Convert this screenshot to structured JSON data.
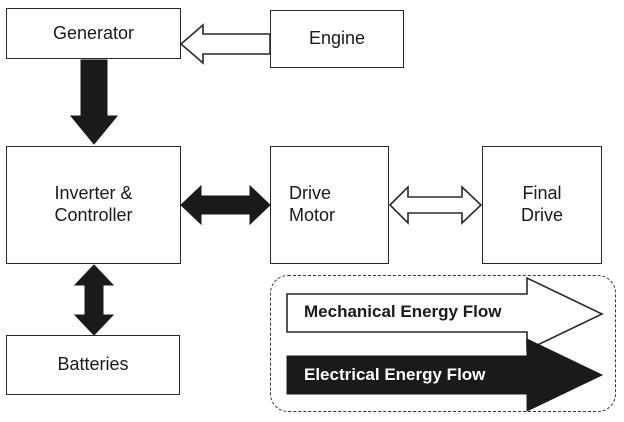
{
  "diagram": {
    "boxes": {
      "generator": "Generator",
      "engine": "Engine",
      "inverter": "Inverter &\nController",
      "drive_motor": "Drive\nMotor",
      "final_drive": "Final\nDrive",
      "batteries": "Batteries"
    },
    "legend": {
      "mechanical": "Mechanical Energy Flow",
      "electrical": "Electrical Energy Flow"
    },
    "colors": {
      "electrical_arrow": "#1a1a1a",
      "mechanical_arrow": "#ffffff",
      "stroke": "#2a2a2a"
    }
  }
}
